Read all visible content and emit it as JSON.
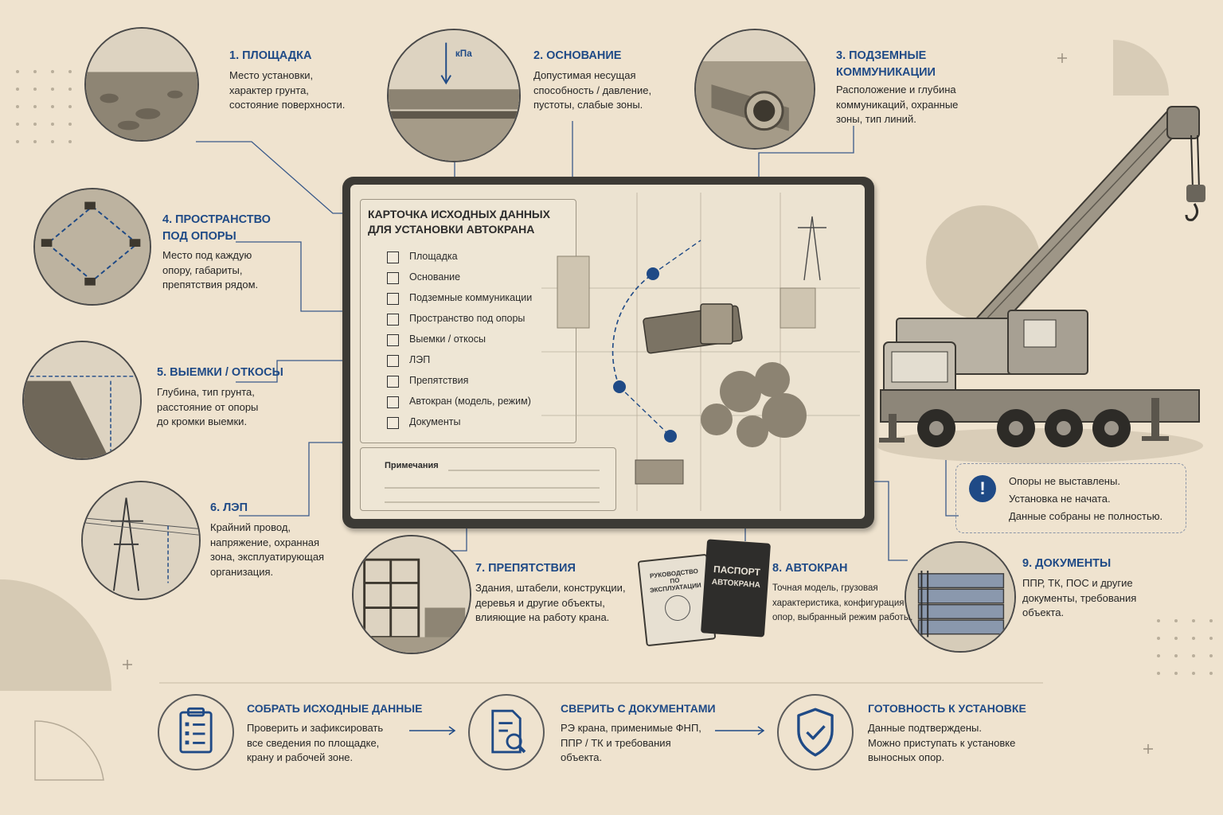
{
  "items": [
    {
      "title": "1. Площадка",
      "desc": [
        "Место установки,",
        "характер грунта,",
        "состояние поверхности."
      ]
    },
    {
      "title": "2. Основание",
      "desc": [
        "Допустимая несущая",
        "способность / давление,",
        "пустоты, слабые зоны."
      ],
      "icon_label": "кПа"
    },
    {
      "title": "3. Подземные",
      "title2": "коммуникации",
      "desc": [
        "Расположение и глубина",
        "коммуникаций, охранные",
        "зоны, тип линий."
      ]
    },
    {
      "title": "4. Пространство",
      "title2": "под опоры",
      "desc": [
        "Место под каждую",
        "опору, габариты,",
        "препятствия рядом."
      ]
    },
    {
      "title": "5. Выемки / откосы",
      "desc": [
        "Глубина, тип грунта,",
        "расстояние от опоры",
        "до кромки выемки."
      ]
    },
    {
      "title": "6. ЛЭП",
      "desc": [
        "Крайний провод,",
        "напряжение, охранная",
        "зона, эксплуатирующая",
        "организация."
      ]
    },
    {
      "title": "7. Препятствия",
      "desc": [
        "Здания, штабели, конструкции,",
        "деревья и другие объекты,",
        "влияющие на работу крана."
      ]
    },
    {
      "title": "8. Автокран",
      "desc": [
        "Точная модель, грузовая",
        "характеристика, конфигурация",
        "опор, выбранный режим работы."
      ]
    },
    {
      "title": "9. Документы",
      "desc": [
        "ППР, ТК, ПОС и другие",
        "документы, требования",
        "объекта."
      ]
    }
  ],
  "card": {
    "title_line1": "Карточка исходных данных",
    "title_line2": "для установки автокрана",
    "checklist": [
      "Площадка",
      "Основание",
      "Подземные коммуникации",
      "Пространство под опоры",
      "Выемки / откосы",
      "ЛЭП",
      "Препятствия",
      "Автокран (модель, режим)",
      "Документы"
    ],
    "notes_label": "Примечания"
  },
  "books": {
    "passport_line1": "Паспорт",
    "passport_line2": "автокрана",
    "manual_line1": "Руководство",
    "manual_line2": "по эксплуатации"
  },
  "warning": {
    "lines": [
      "Опоры не выставлены.",
      "Установка не начата.",
      "Данные собраны не полностью."
    ],
    "icon": "exclamation-icon"
  },
  "steps": [
    {
      "title": "Собрать исходные данные",
      "desc": [
        "Проверить и зафиксировать",
        "все сведения по площадке,",
        "крану и рабочей зоне."
      ],
      "icon": "clipboard-checklist-icon"
    },
    {
      "title": "Сверить с документами",
      "desc": [
        "РЭ крана, применимые ФНП,",
        "ППР / ТК и требования",
        "объекта."
      ],
      "icon": "document-search-icon"
    },
    {
      "title": "Готовность к установке",
      "desc": [
        "Данные подтверждены.",
        "Можно приступать к установке",
        "выносных опор."
      ],
      "icon": "shield-check-icon"
    }
  ],
  "colors": {
    "accent": "#1f4a86",
    "background": "#efe3cf",
    "ink": "#262626"
  }
}
